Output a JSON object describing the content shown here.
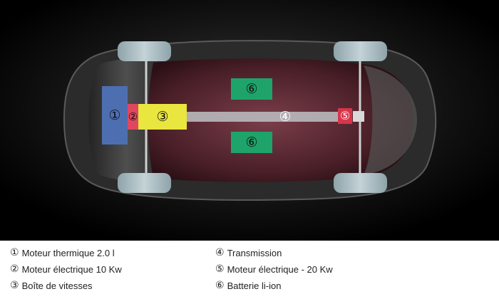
{
  "components": [
    {
      "id": "engine",
      "number": "①",
      "color": "#4d6fb2"
    },
    {
      "id": "motor-small",
      "number": "②",
      "color": "#e0475f"
    },
    {
      "id": "gearbox",
      "number": "③",
      "color": "#e9e63f"
    },
    {
      "id": "transmission",
      "number": "④",
      "color": "#b9b9bd"
    },
    {
      "id": "motor-rear",
      "number": "⑤",
      "color": "#d8354b"
    },
    {
      "id": "battery-top",
      "number": "⑥",
      "color": "#1ea46a"
    },
    {
      "id": "battery-bottom",
      "number": "⑥",
      "color": "#1ea46a"
    }
  ],
  "legend": [
    {
      "number": "①",
      "label": "Moteur thermique 2.0 l"
    },
    {
      "number": "②",
      "label": "Moteur électrique 10 Kw"
    },
    {
      "number": "③",
      "label": "Boîte de vitesses"
    },
    {
      "number": "④",
      "label": "Transmission"
    },
    {
      "number": "⑤",
      "label": "Moteur électrique - 20 Kw"
    },
    {
      "number": "⑥",
      "label": "Batterie li-ion"
    }
  ]
}
